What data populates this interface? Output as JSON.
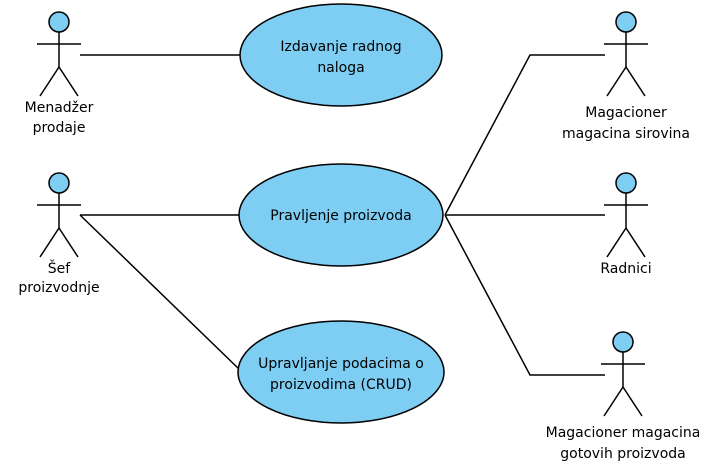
{
  "colors": {
    "fill": "#7ecef4",
    "stroke": "#000000"
  },
  "actors": {
    "menadzer": {
      "line1": "Menadžer",
      "line2": "prodaje"
    },
    "sef": {
      "line1": "Šef",
      "line2": "proizvodnje"
    },
    "mag_sirovina": {
      "line1": "Magacioner",
      "line2": "magacina sirovina"
    },
    "radnici": {
      "line1": "Radnici"
    },
    "mag_gotovih": {
      "line1": "Magacioner magacina",
      "line2": "gotovih proizvoda"
    }
  },
  "use_cases": {
    "izdavanje": {
      "line1": "Izdavanje radnog",
      "line2": "naloga"
    },
    "pravljenje": {
      "line1": "Pravljenje proizvoda"
    },
    "upravljanje": {
      "line1": "Upravljanje podacima o",
      "line2": "proizvodima (CRUD)"
    }
  }
}
